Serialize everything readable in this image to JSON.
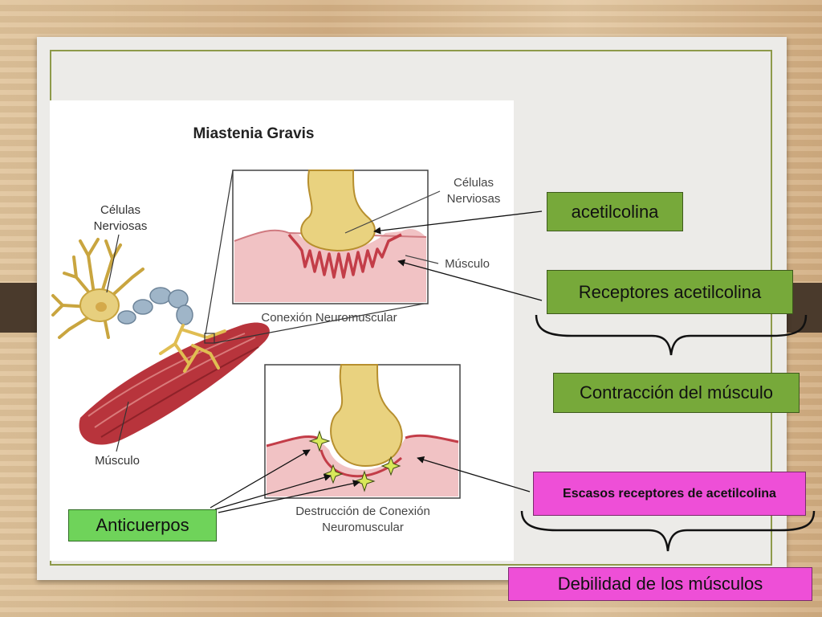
{
  "figure": {
    "title": "Miastenia Gravis",
    "left_nerve_label": [
      "Células",
      "Nerviosas"
    ],
    "left_muscle_label": "Músculo",
    "top_inset_nerve_label": [
      "Células",
      "Nerviosas"
    ],
    "top_inset_muscle_label": "Músculo",
    "top_inset_caption": "Conexión Neuromuscular",
    "bottom_inset_caption": [
      "Destrucción de Conexión",
      "Neuromuscular"
    ]
  },
  "callouts": {
    "acetilcolina": "acetilcolina",
    "receptores": "Receptores acetilcolina",
    "contraccion": "Contracción del músculo",
    "escasos": "Escasos receptores de acetilcolina",
    "debilidad": "Debilidad de los músculos",
    "anticuerpos": "Anticuerpos"
  },
  "colors": {
    "green_box": "#77a93a",
    "light_green_box": "#6fd35a",
    "pink_box": "#ee4fd7",
    "frame": "#8e9a4a",
    "nerve": "#e7cf7e",
    "muscle": "#b8343c"
  }
}
